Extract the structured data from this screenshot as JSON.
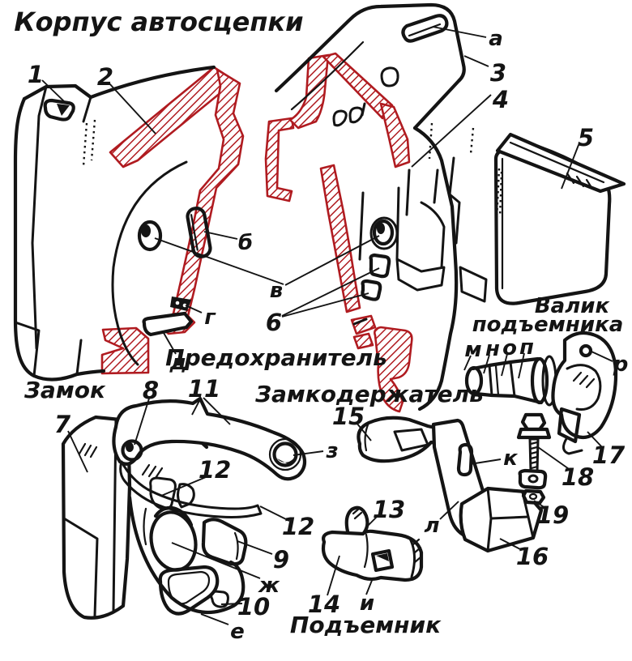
{
  "title": "Корпус автосцепки",
  "sections": {
    "lock": "Замок",
    "safety_catch": "Предохранитель",
    "lock_holder": "Замкодержатель",
    "lifter_shaft_line1": "Валик",
    "lifter_shaft_line2": "подъемника",
    "lifter": "Подъемник"
  },
  "colors": {
    "ink": "#141414",
    "section_red": "#b01b20",
    "background": "#ffffff"
  },
  "callouts": {
    "numbers": [
      {
        "label": "1"
      },
      {
        "label": "2"
      },
      {
        "label": "3"
      },
      {
        "label": "4"
      },
      {
        "label": "5"
      },
      {
        "label": "6"
      },
      {
        "label": "7"
      },
      {
        "label": "8"
      },
      {
        "label": "9"
      },
      {
        "label": "10"
      },
      {
        "label": "11"
      },
      {
        "label": "12"
      },
      {
        "label": "12"
      },
      {
        "label": "13"
      },
      {
        "label": "14"
      },
      {
        "label": "15"
      },
      {
        "label": "16"
      },
      {
        "label": "17"
      },
      {
        "label": "18"
      },
      {
        "label": "19"
      }
    ],
    "letters": [
      {
        "label": "а"
      },
      {
        "label": "б"
      },
      {
        "label": "в"
      },
      {
        "label": "г"
      },
      {
        "label": "д"
      },
      {
        "label": "е"
      },
      {
        "label": "ж"
      },
      {
        "label": "з"
      },
      {
        "label": "и"
      },
      {
        "label": "к"
      },
      {
        "label": "л"
      },
      {
        "label": "м"
      },
      {
        "label": "н"
      },
      {
        "label": "о"
      },
      {
        "label": "п"
      },
      {
        "label": "р"
      }
    ]
  }
}
